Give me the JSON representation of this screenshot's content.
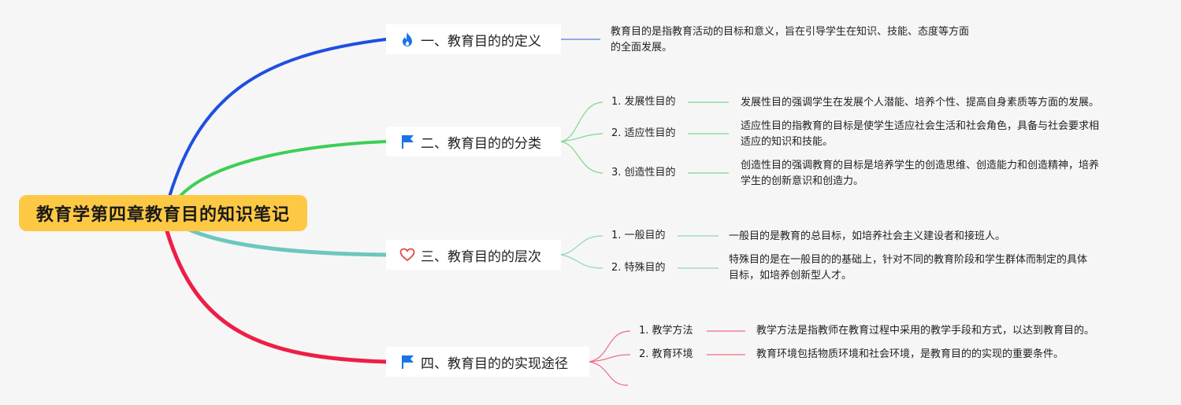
{
  "root": {
    "title": "教育学第四章教育目的知识笔记"
  },
  "colors": {
    "branch1": "#1e4fe0",
    "branch2": "#3ccf55",
    "branch3": "#6cc7bd",
    "branch4": "#ee1e45",
    "root_bg": "#fdc944"
  },
  "branches": [
    {
      "label": "一、教育目的的定义",
      "icon": "fire-icon",
      "description": [
        "教育目的是指教育活动的目标和意义，旨在引导学生在知识、技能、态度等方面",
        "的全面发展。"
      ]
    },
    {
      "label": "二、教育目的的分类",
      "icon": "flag-icon",
      "children": [
        {
          "label": "1. 发展性目的",
          "description": [
            "发展性目的强调学生在发展个人潜能、培养个性、提高自身素质等方面的发展。"
          ]
        },
        {
          "label": "2. 适应性目的",
          "description": [
            "适应性目的指教育的目标是使学生适应社会生活和社会角色，具备与社会要求相",
            "适应的知识和技能。"
          ]
        },
        {
          "label": "3. 创造性目的",
          "description": [
            "创造性目的强调教育的目标是培养学生的创造思维、创造能力和创造精神，培养",
            "学生的创新意识和创造力。"
          ]
        }
      ]
    },
    {
      "label": "三、教育目的的层次",
      "icon": "heart-icon",
      "children": [
        {
          "label": "1. 一般目的",
          "description": [
            "一般目的是教育的总目标，如培养社会主义建设者和接班人。"
          ]
        },
        {
          "label": "2. 特殊目的",
          "description": [
            "特殊目的是在一般目的的基础上，针对不同的教育阶段和学生群体而制定的具体",
            "目标，如培养创新型人才。"
          ]
        }
      ]
    },
    {
      "label": "四、教育目的的实现途径",
      "icon": "flag-icon",
      "children": [
        {
          "label": "1. 教学方法",
          "description": [
            "教学方法是指教师在教育过程中采用的教学手段和方式，以达到教育目的。"
          ]
        },
        {
          "label": "2. 教育环境",
          "description": [
            "教育环境包括物质环境和社会环境，是教育目的的实现的重要条件。"
          ]
        }
      ]
    }
  ]
}
